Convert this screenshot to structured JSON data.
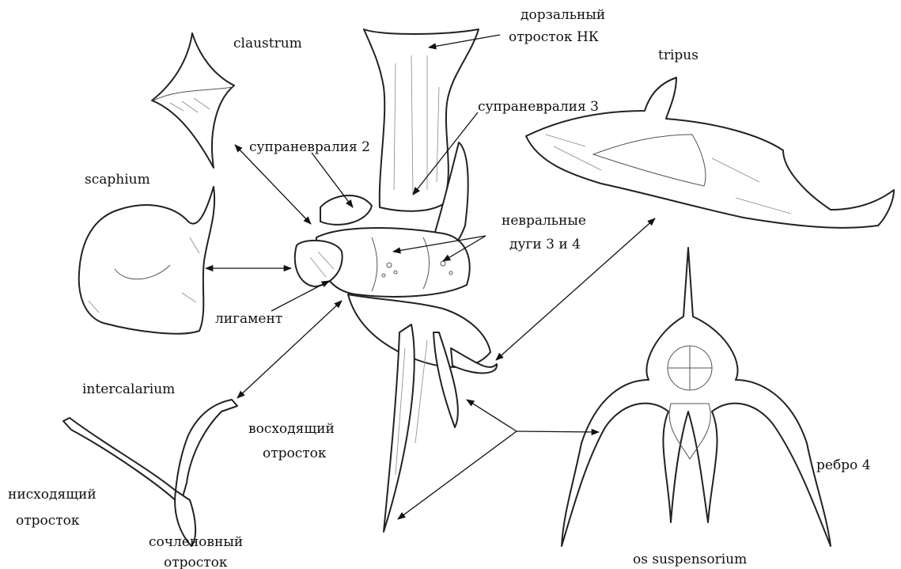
{
  "labels": {
    "claustrum": "claustrum",
    "scaphium": "scaphium",
    "intercalarium": "intercalarium",
    "tripus": "tripus",
    "os_suspensorium": "os suspensorium",
    "dorsal_1": "дорзальный",
    "dorsal_2": "отросток НК",
    "supraneural_3": "супраневралия 3",
    "supraneural_2": "супраневралия 2",
    "neural_1": "невральные",
    "neural_2": "дуги 3 и 4",
    "ligament": "лигамент",
    "ascending_1": "восходящий",
    "ascending_2": "отросток",
    "descending_1": "нисходящий",
    "descending_2": "отросток",
    "articular_1": "сочленовный",
    "articular_2": "отросток",
    "rib4": "ребро 4"
  }
}
